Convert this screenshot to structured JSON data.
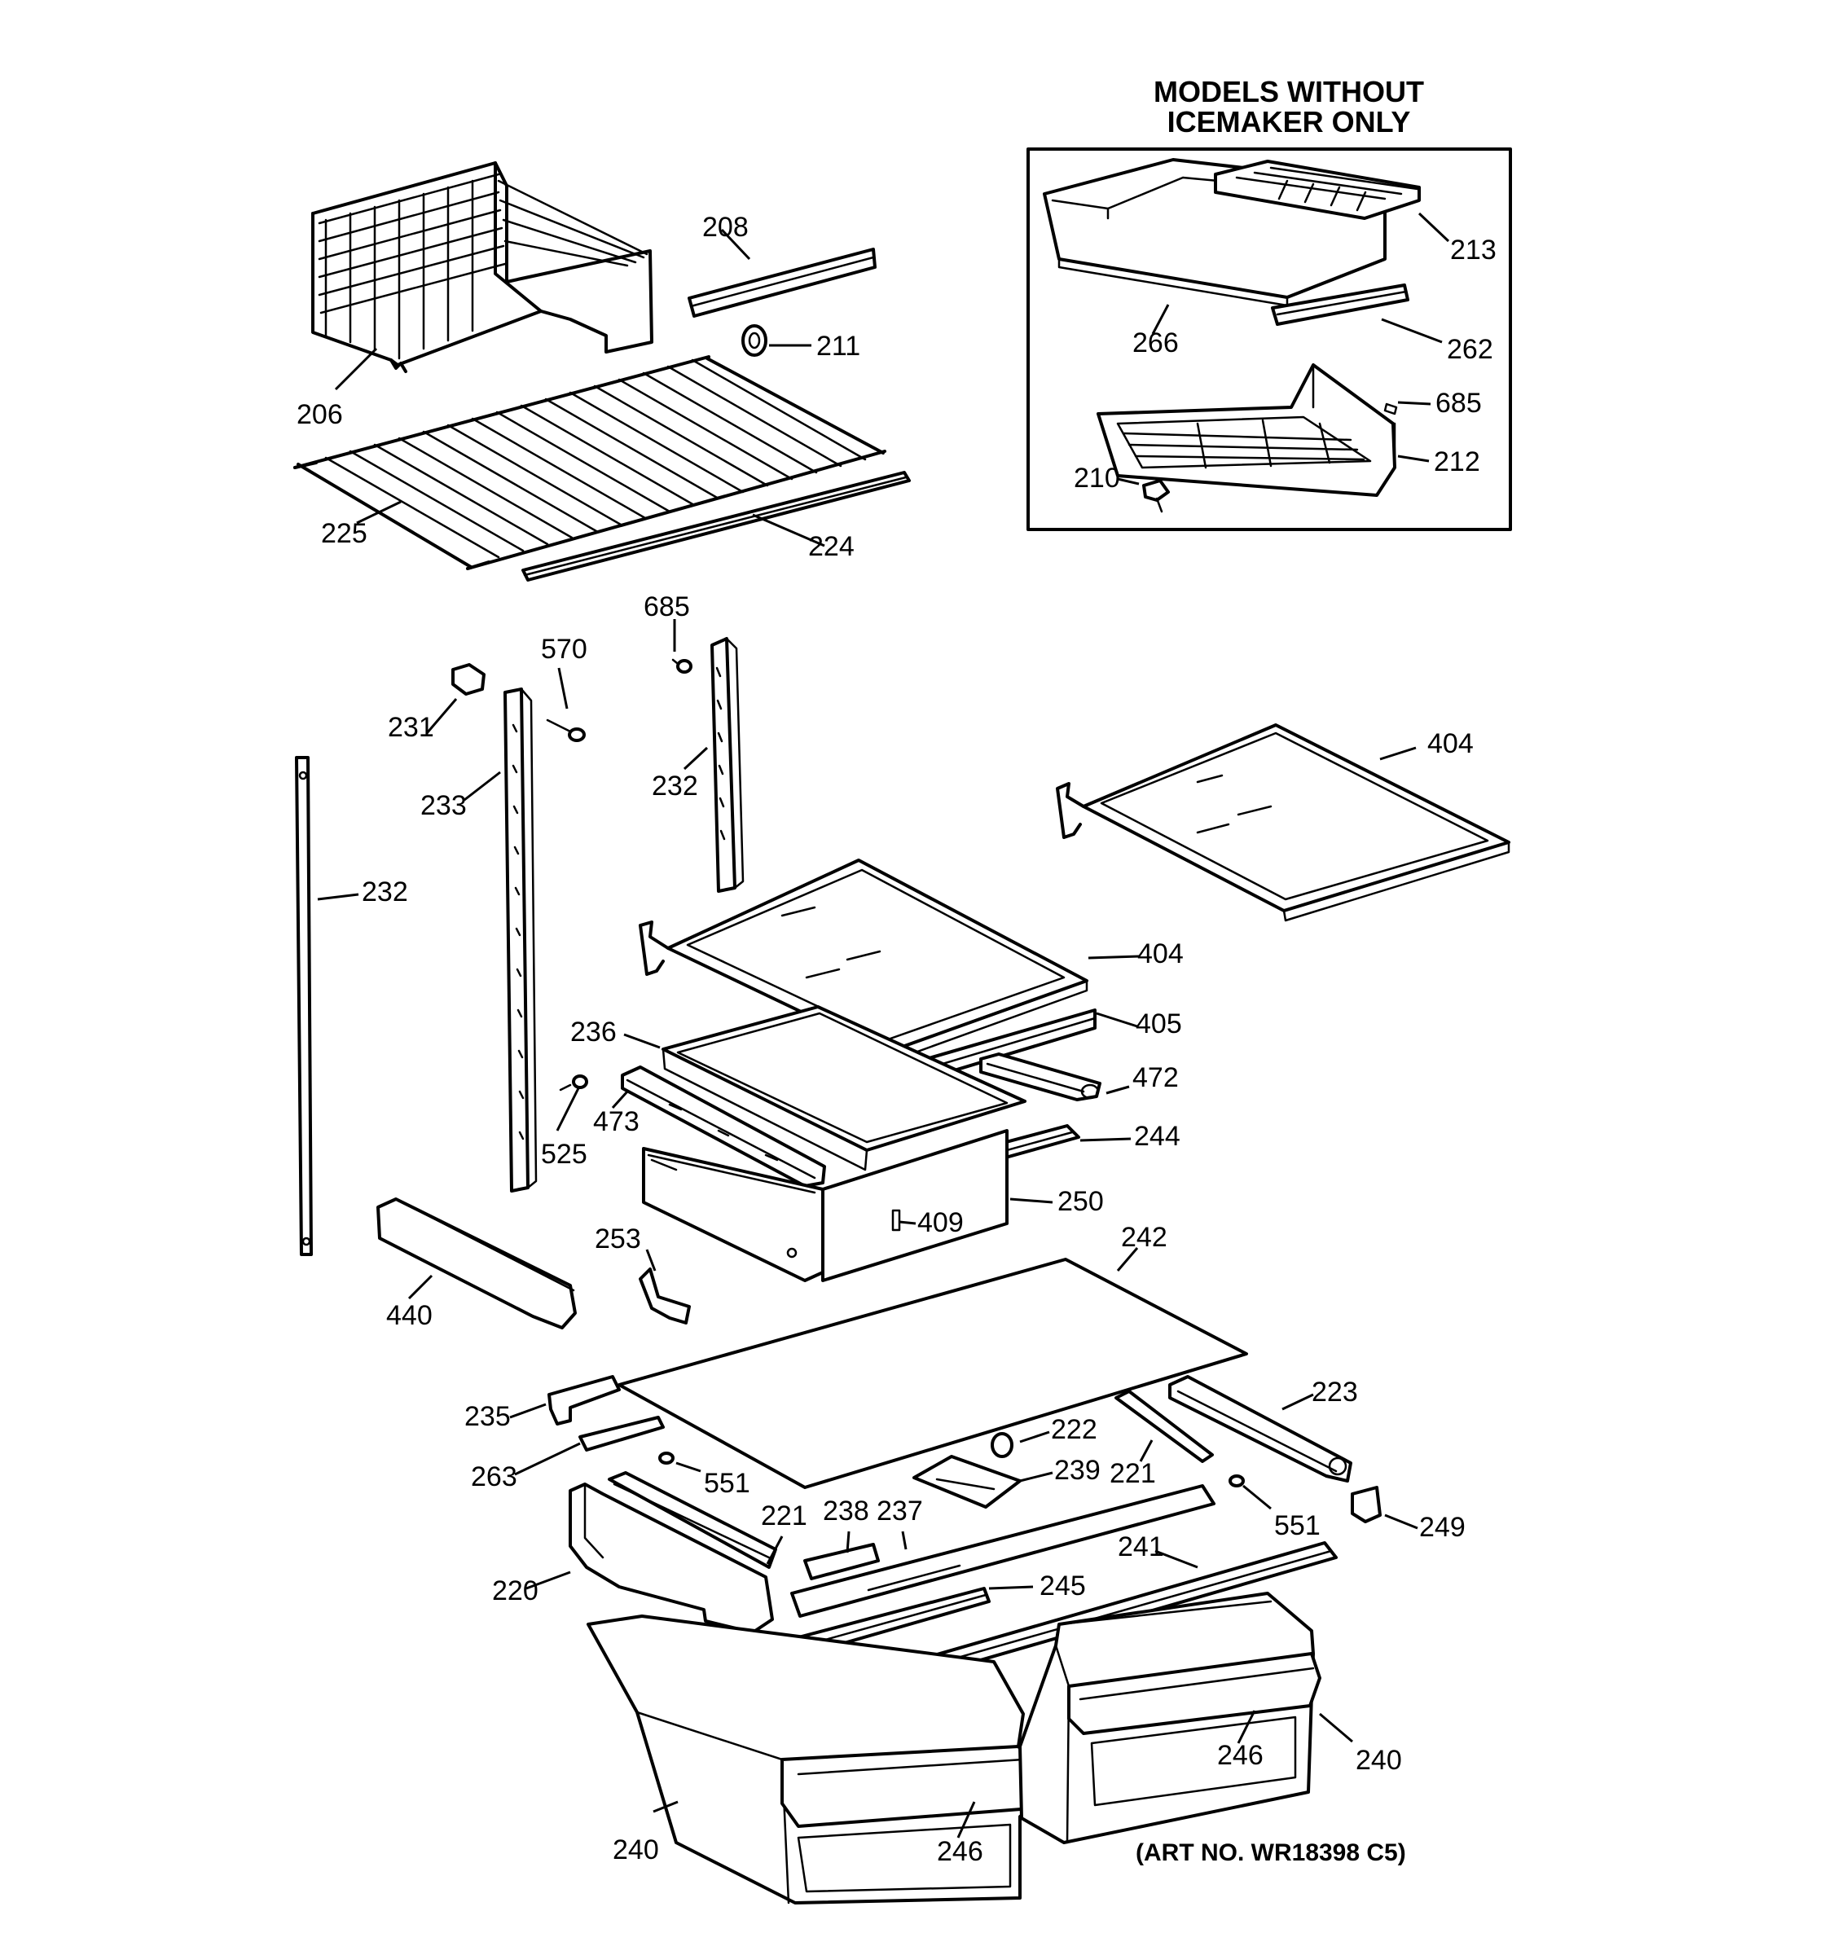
{
  "inset": {
    "title_line1": "MODELS WITHOUT",
    "title_line2": "ICEMAKER ONLY"
  },
  "art_number": "(ART NO. WR18398 C5)",
  "callouts": {
    "c206": "206",
    "c208": "208",
    "c211": "211",
    "c225": "225",
    "c224": "224",
    "c213": "213",
    "c266": "266",
    "c262": "262",
    "c685a": "685",
    "c212": "212",
    "c210": "210",
    "c685b": "685",
    "c570": "570",
    "c231": "231",
    "c233": "233",
    "c232a": "232",
    "c232b": "232",
    "c404a": "404",
    "c404b": "404",
    "c405": "405",
    "c236": "236",
    "c472": "472",
    "c473": "473",
    "c525": "525",
    "c244": "244",
    "c250": "250",
    "c409": "409",
    "c253": "253",
    "c242": "242",
    "c440": "440",
    "c235": "235",
    "c223": "223",
    "c222": "222",
    "c239": "239",
    "c263": "263",
    "c551a": "551",
    "c221a": "221",
    "c238": "238",
    "c237": "237",
    "c221b": "221",
    "c551b": "551",
    "c249": "249",
    "c220": "220",
    "c241": "241",
    "c245": "245",
    "c246a": "246",
    "c240a": "240",
    "c246b": "246",
    "c240b": "240"
  }
}
